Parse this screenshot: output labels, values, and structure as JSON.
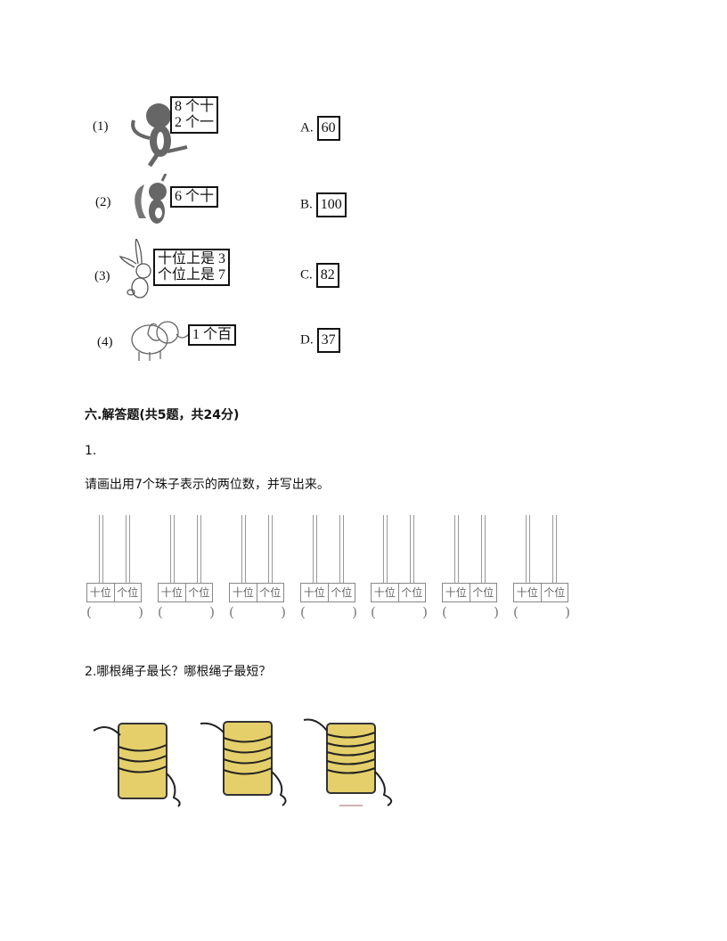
{
  "matching": {
    "items": [
      {
        "label": "(1)",
        "animal": "monkey",
        "text": "8 个十\n2 个一"
      },
      {
        "label": "(2)",
        "animal": "squirrel",
        "text": "6 个十"
      },
      {
        "label": "(3)",
        "animal": "rabbit",
        "text": "十位上是 3\n个位上是 7"
      },
      {
        "label": "(4)",
        "animal": "elephant",
        "text": "1 个百"
      }
    ],
    "options": [
      {
        "letter": "A.",
        "value": "60"
      },
      {
        "letter": "B.",
        "value": "100"
      },
      {
        "letter": "C.",
        "value": "82"
      },
      {
        "letter": "D.",
        "value": "37"
      }
    ]
  },
  "section6": {
    "heading": "六.解答题(共5题，共24分)",
    "q1": {
      "number": "1.",
      "text": "请画出用7个珠子表示的两位数，并写出来。",
      "tens": "十位",
      "ones": "个位",
      "open": "(",
      "close": ")"
    },
    "q2": {
      "text": "2.哪根绳子最长？哪根绳子最短？"
    }
  }
}
